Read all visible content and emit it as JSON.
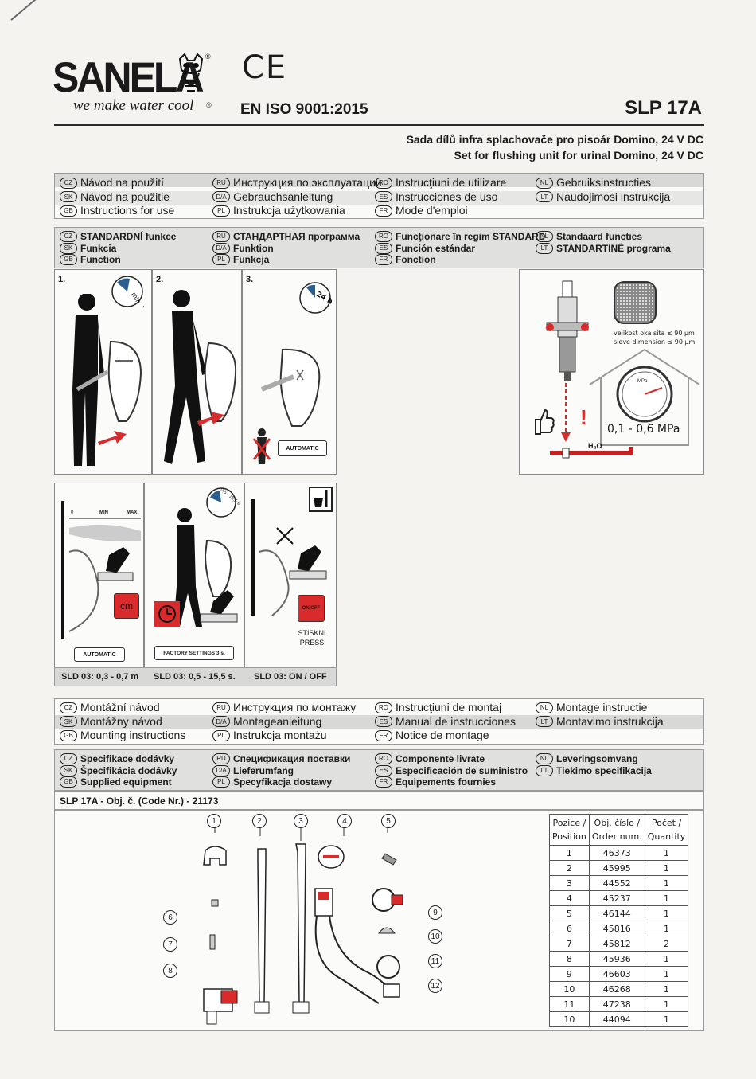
{
  "header": {
    "brand": "SANELA",
    "tagline": "we make water cool",
    "reg_mark": "®",
    "ce_mark": "CE",
    "iso": "EN ISO 9001:2015",
    "model": "SLP 17A",
    "subtitle_cz": "Sada dílů infra splachovače pro pisoár Domino, 24 V DC",
    "subtitle_en": "Set for flushing unit for urinal Domino, 24 V DC"
  },
  "instructions_for_use": [
    {
      "code": "CZ",
      "label": "Návod na použití"
    },
    {
      "code": "SK",
      "label": "Návod na použitie"
    },
    {
      "code": "GB",
      "label": "Instructions for use"
    },
    {
      "code": "RU",
      "label": "Инструкция по эксплуатации"
    },
    {
      "code": "D/A",
      "label": "Gebrauchsanleitung"
    },
    {
      "code": "PL",
      "label": "Instrukcja użytkowania"
    },
    {
      "code": "RO",
      "label": "Instrucţiuni de utilizare"
    },
    {
      "code": "ES",
      "label": "Instrucciones de uso"
    },
    {
      "code": "FR",
      "label": "Mode d'emploi"
    },
    {
      "code": "NL",
      "label": "Gebruiksinstructies"
    },
    {
      "code": "LT",
      "label": "Naudojimosi instrukcija"
    }
  ],
  "standard_function": [
    {
      "code": "CZ",
      "label": "STANDARDNÍ funkce"
    },
    {
      "code": "SK",
      "label": "Funkcia"
    },
    {
      "code": "GB",
      "label": "Function"
    },
    {
      "code": "RU",
      "label": "СТАНДАРТНАЯ программа"
    },
    {
      "code": "D/A",
      "label": "Funktion"
    },
    {
      "code": "PL",
      "label": "Funkcja"
    },
    {
      "code": "RO",
      "label": "Funcţionare în regim STANDARD"
    },
    {
      "code": "ES",
      "label": "Función estándar"
    },
    {
      "code": "FR",
      "label": "Fonction"
    },
    {
      "code": "NL",
      "label": "Standaard functies"
    },
    {
      "code": "LT",
      "label": "STANDARTINĖ programa"
    }
  ],
  "steps": {
    "step1": "1.",
    "step2": "2.",
    "step3": "3.",
    "step1_dial": "min. 7 s",
    "step3_dial": "24 h",
    "automatic": "AUTOMATIC"
  },
  "pressure_panel": {
    "sieve_cz": "velikost oka síta ≤ 90 µm",
    "sieve_en": "sieve dimension ≤ 90 µm",
    "pressure": "0,1 - 0,6 MPa",
    "gauge_unit": "MPa",
    "water": "H₂O",
    "warning": "!"
  },
  "settings": {
    "scale_zero": "0",
    "scale_min": "MIN",
    "scale_max": "MAX",
    "cm_button": "cm",
    "automatic": "AUTOMATIC",
    "factory": "FACTORY SETTINGS 3 s.",
    "onoff": "ON/OFF",
    "press_cz": "STISKNI",
    "press_en": "PRESS",
    "dial": "0,5 - 15,5 s",
    "cap1": "SLD 03: 0,3 - 0,7 m",
    "cap2": "SLD 03: 0,5 - 15,5 s.",
    "cap3": "SLD 03: ON / OFF"
  },
  "mounting": [
    {
      "code": "CZ",
      "label": "Montážní návod"
    },
    {
      "code": "SK",
      "label": "Montážny návod"
    },
    {
      "code": "GB",
      "label": "Mounting instructions"
    },
    {
      "code": "RU",
      "label": "Инструкция по монтажу"
    },
    {
      "code": "D/A",
      "label": "Montageanleitung"
    },
    {
      "code": "PL",
      "label": "Instrukcja montażu"
    },
    {
      "code": "RO",
      "label": "Instrucţiuni de montaj"
    },
    {
      "code": "ES",
      "label": "Manual de instrucciones"
    },
    {
      "code": "FR",
      "label": "Notice de montage"
    },
    {
      "code": "NL",
      "label": "Montage instructie"
    },
    {
      "code": "LT",
      "label": "Montavimo instrukcija"
    }
  ],
  "supplied": [
    {
      "code": "CZ",
      "label": "Specifikace dodávky"
    },
    {
      "code": "SK",
      "label": "Špecifikácia dodávky"
    },
    {
      "code": "GB",
      "label": "Supplied equipment"
    },
    {
      "code": "RU",
      "label": "Спецификация поставки"
    },
    {
      "code": "D/A",
      "label": "Lieferumfang"
    },
    {
      "code": "PL",
      "label": "Specyfikacja dostawy"
    },
    {
      "code": "RO",
      "label": "Componente livrate"
    },
    {
      "code": "ES",
      "label": "Especificación de suministro"
    },
    {
      "code": "FR",
      "label": "Equipements fournies"
    },
    {
      "code": "NL",
      "label": "Leveringsomvang"
    },
    {
      "code": "LT",
      "label": "Tiekimo specifikacija"
    }
  ],
  "code_line": "SLP 17A - Obj. č. (Code Nr.) - 21173",
  "parts_table": {
    "headers": [
      [
        "Pozice /",
        "Position"
      ],
      [
        "Obj. číslo /",
        "Order num."
      ],
      [
        "Počet /",
        "Quantity"
      ]
    ],
    "rows": [
      [
        "1",
        "46373",
        "1"
      ],
      [
        "2",
        "45995",
        "1"
      ],
      [
        "3",
        "44552",
        "1"
      ],
      [
        "4",
        "45237",
        "1"
      ],
      [
        "5",
        "46144",
        "1"
      ],
      [
        "6",
        "45816",
        "1"
      ],
      [
        "7",
        "45812",
        "2"
      ],
      [
        "8",
        "45936",
        "1"
      ],
      [
        "9",
        "46603",
        "1"
      ],
      [
        "10",
        "46268",
        "1"
      ],
      [
        "11",
        "47238",
        "1"
      ],
      [
        "10",
        "44094",
        "1"
      ]
    ]
  },
  "callouts": [
    "1",
    "2",
    "3",
    "4",
    "5",
    "6",
    "7",
    "8",
    "9",
    "10",
    "11",
    "12"
  ]
}
